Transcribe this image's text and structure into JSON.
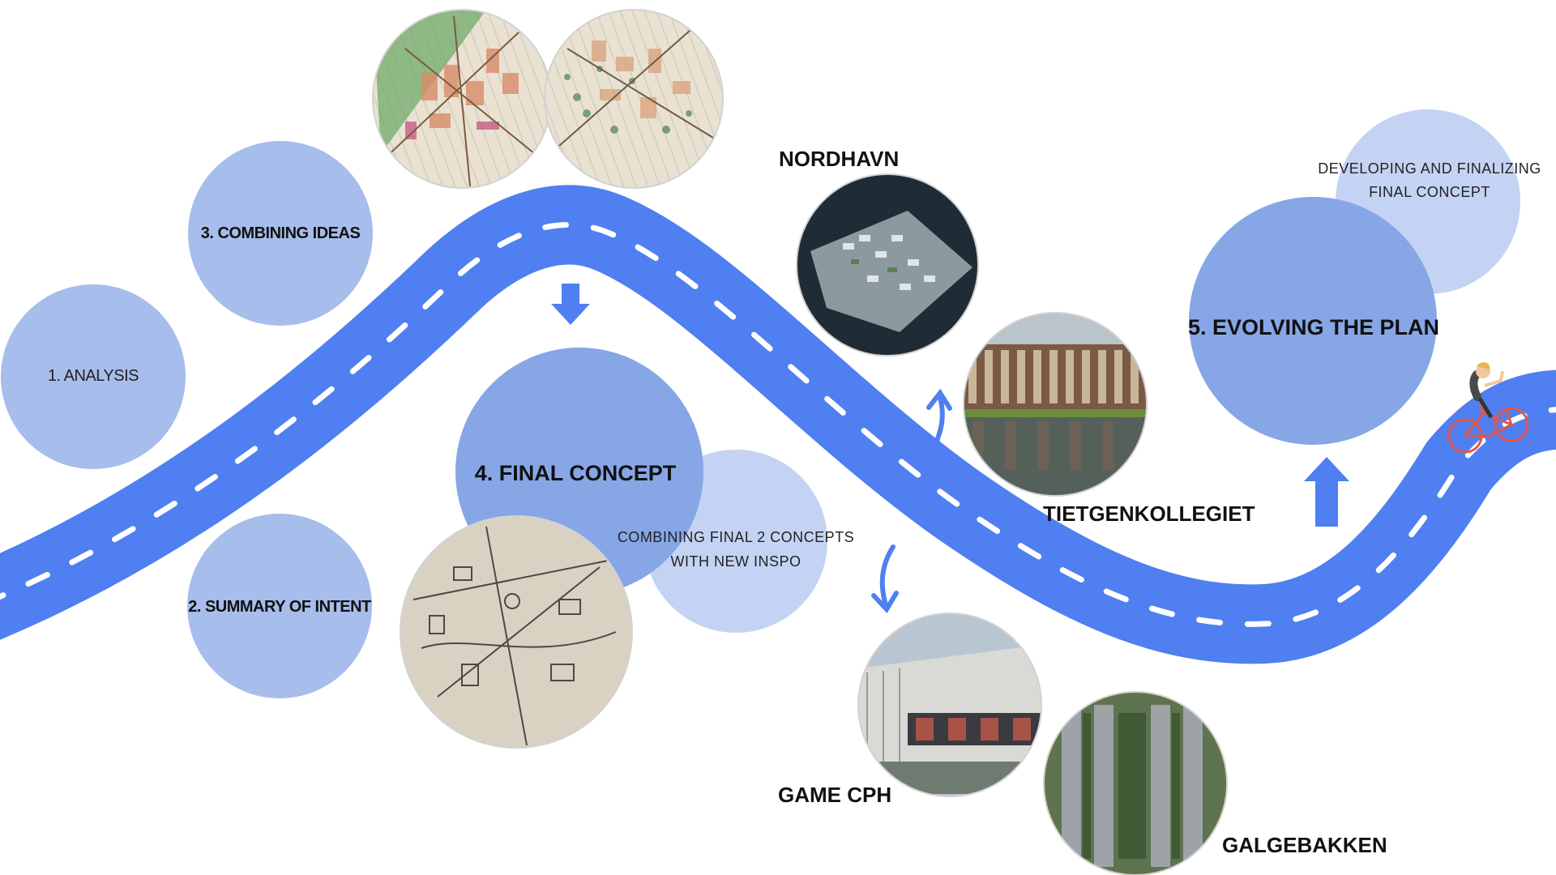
{
  "stages": [
    {
      "id": "analysis",
      "label": "1. ANALYSIS"
    },
    {
      "id": "summary",
      "label": "2. SUMMARY OF INTENT"
    },
    {
      "id": "combining",
      "label": "3. COMBINING IDEAS"
    },
    {
      "id": "final",
      "label": "4. FINAL CONCEPT",
      "note_lines": [
        "COMBINING FINAL 2 CONCEPTS",
        "WITH NEW INSPO"
      ]
    },
    {
      "id": "evolving",
      "label": "5. EVOLVING THE PLAN",
      "note_lines": [
        "DEVELOPING AND FINALIZING",
        "FINAL CONCEPT"
      ]
    }
  ],
  "references": [
    {
      "id": "nordhavn",
      "label": "NORDHAVN"
    },
    {
      "id": "tietgen",
      "label": "TIETGENKOLLEGIET"
    },
    {
      "id": "game",
      "label": "GAME CPH"
    },
    {
      "id": "galgebakken",
      "label": "GALGEBAKKEN"
    }
  ],
  "colors": {
    "road": "#4f7ff0",
    "road_dash": "#ffffff",
    "stage_circle": "#a7bdeb",
    "stage_circle_main": "#86a6e6",
    "note_circle": "#c4d3f3",
    "arrow": "#4f7ff0"
  },
  "icons": [
    "cyclist-icon"
  ]
}
